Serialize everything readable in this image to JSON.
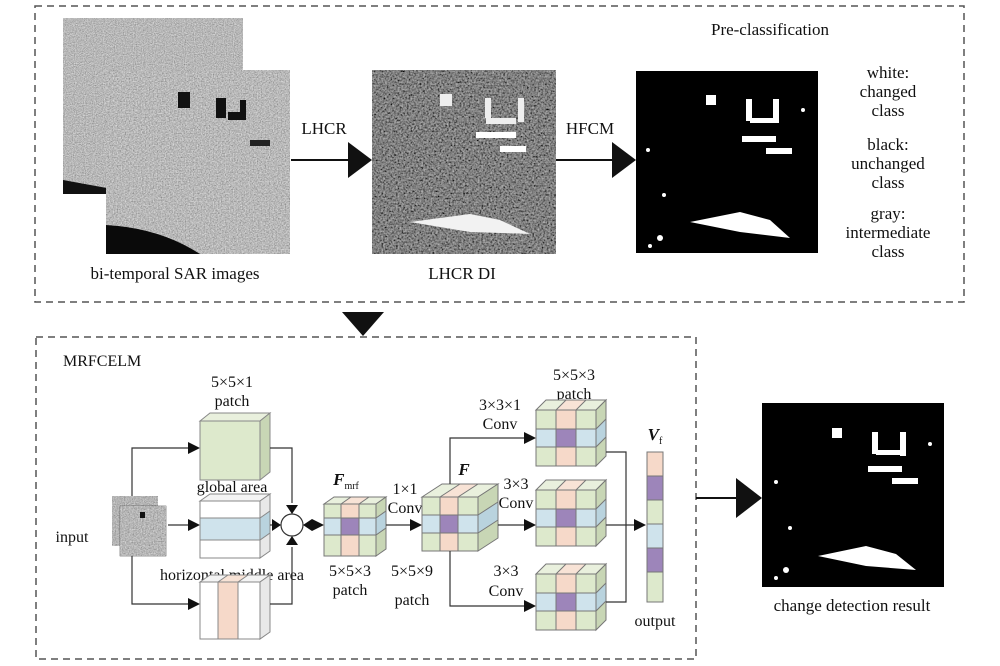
{
  "pre_classification": {
    "title": "Pre-classification",
    "input_caption": "bi-temporal SAR images",
    "arrow1_label": "LHCR",
    "di_caption": "LHCR DI",
    "arrow2_label": "HFCM",
    "legend": [
      {
        "line1": "white:",
        "line2": "changed",
        "line3": "class"
      },
      {
        "line1": "black:",
        "line2": "unchanged",
        "line3": "class"
      },
      {
        "line1": "gray:",
        "line2": "intermediate",
        "line3": "class"
      }
    ]
  },
  "mrfcelm": {
    "title": "MRFCELM",
    "input_label": "input",
    "patch_global": {
      "size": "5×5×1",
      "word": "patch",
      "caption": "global area"
    },
    "patch_middle_caption": "horizontal middle area",
    "fmrf": {
      "symbol": "F",
      "subscript": "mrf",
      "size": "5×5×3",
      "word": "patch"
    },
    "conv1": {
      "size": "1×1",
      "word": "Conv"
    },
    "F": {
      "symbol": "F",
      "size": "5×5×9",
      "word": "patch"
    },
    "conv_top": {
      "size": "3×3×1",
      "word": "Conv"
    },
    "conv_mid": {
      "size": "3×3",
      "word": "Conv"
    },
    "conv_bot": {
      "size": "3×3",
      "word": "Conv"
    },
    "out_patch": {
      "size": "5×5×3",
      "word": "patch"
    },
    "vf": {
      "symbol": "V",
      "subscript": "f"
    },
    "output_label": "output"
  },
  "result_caption": "change detection result",
  "colors": {
    "green": "#dde9cc",
    "blue": "#cfe3ec",
    "pink": "#f6d9c9",
    "purple": "#9d85ba",
    "border": "#6b6b6b",
    "arrow": "#111111"
  }
}
